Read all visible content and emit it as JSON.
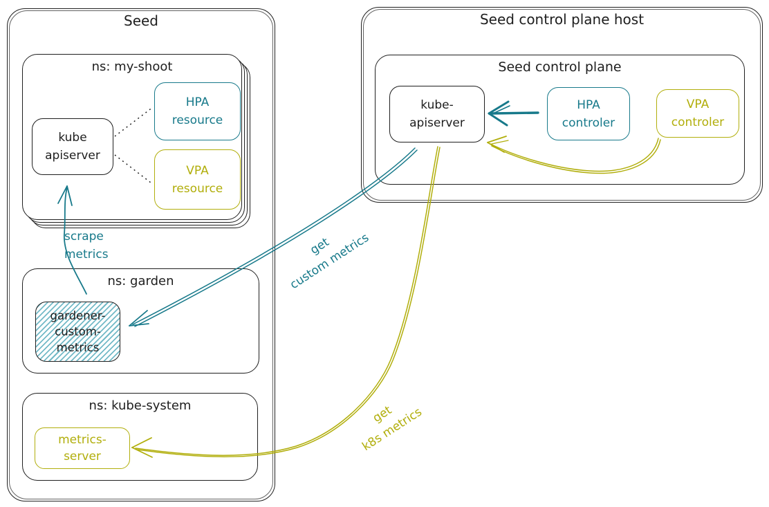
{
  "colors": {
    "ink": "#1e1e1e",
    "teal": "#17798a",
    "olive": "#b1ae0b",
    "hatch_fill": "#8ecdd8"
  },
  "seed": {
    "title": "Seed",
    "my_shoot": {
      "title": "ns: my-shoot",
      "kube_apiserver": [
        "kube",
        "apiserver"
      ],
      "hpa_resource": [
        "HPA",
        "resource"
      ],
      "vpa_resource": [
        "VPA",
        "resource"
      ]
    },
    "garden": {
      "title": "ns: garden",
      "gardener_custom_metrics": [
        "gardener-",
        "custom-",
        "metrics"
      ]
    },
    "kube_system": {
      "title": "ns: kube-system",
      "metrics_server": [
        "metrics-",
        "server"
      ]
    }
  },
  "control_plane_host": {
    "title": "Seed control plane host",
    "control_plane": {
      "title": "Seed control plane",
      "kube_apiserver": [
        "kube-",
        "apiserver"
      ],
      "hpa_controller": [
        "HPA",
        "controler"
      ],
      "vpa_controller": [
        "VPA",
        "controler"
      ]
    }
  },
  "arrow_labels": {
    "scrape_metrics": [
      "scrape",
      "metrics"
    ],
    "get_custom_metrics": [
      "get",
      "custom metrics"
    ],
    "get_k8s_metrics": [
      "get",
      "k8s metrics"
    ]
  }
}
